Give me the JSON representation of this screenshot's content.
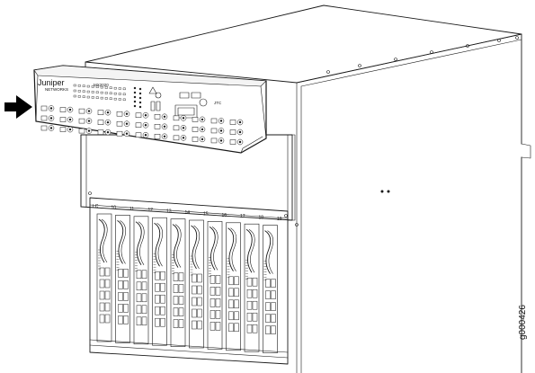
{
  "figure": {
    "brand_logo": "Juniper",
    "brand_sub": "NETWORKS",
    "panel_model": "MX2020",
    "panel_logo_right": "JTC",
    "slot_labels": [
      "LC",
      "10",
      "11",
      "12",
      "13",
      "14",
      "15",
      "16",
      "17",
      "18",
      "19"
    ],
    "figure_id": "g000426"
  }
}
